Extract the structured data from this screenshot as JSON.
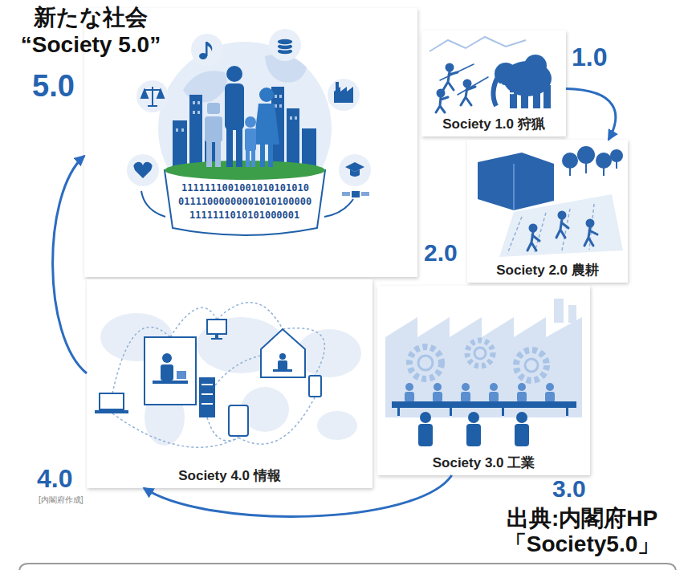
{
  "diagram": {
    "caption": "出典:内閣府HP 「Society5.0」",
    "nodes": [
      {
        "text": [
          "新たな社会 “Society 5.0”"
        ]
      },
      {
        "text": [
          "Society 1.0 狩猟"
        ]
      },
      {
        "text": [
          "Society 2.0 農耕"
        ]
      },
      {
        "text": [
          "Society 3.0 工業"
        ]
      },
      {
        "text": [
          "Society 4.0 情報"
        ]
      }
    ],
    "edges": [
      {
        "from": 1,
        "to": 2,
        "arrow": "to"
      },
      {
        "from": 3,
        "to": 4,
        "arrow": "to"
      },
      {
        "from": 4,
        "to": 0,
        "arrow": "to"
      }
    ],
    "labels": [
      "5.0",
      "1.0",
      "2.0",
      "3.0",
      "4.0",
      "[内閣府作成]",
      "1111111001001010101010",
      "01111000000001010100000",
      "1111111010101000001"
    ]
  }
}
